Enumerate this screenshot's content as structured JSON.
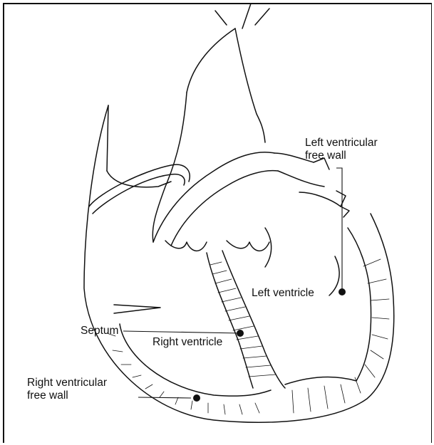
{
  "labels": {
    "left_ventricular_free_wall": "Left ventricular\nfree wall",
    "left_ventricle": "Left ventricle",
    "septum": "Septum",
    "right_ventricle": "Right ventricle",
    "right_ventricular_free_wall": "Right ventricular\nfree wall"
  },
  "colors": {
    "ink": "#111111",
    "background": "#ffffff"
  }
}
